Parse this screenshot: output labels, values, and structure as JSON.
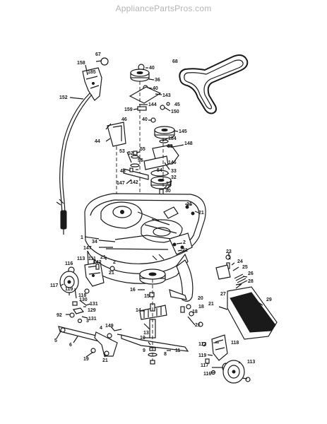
{
  "watermark": "AppliancePartsPros.com",
  "part_labels": [
    "67",
    "158",
    "185",
    "152",
    "68",
    "40",
    "36",
    "40",
    "143",
    "144",
    "159",
    "45",
    "150",
    "40",
    "46",
    "44",
    "145",
    "184",
    "59",
    "148",
    "52",
    "55",
    "55",
    "53",
    "146",
    "48",
    "54",
    "33",
    "32",
    "147",
    "142",
    "31",
    "30",
    "21",
    "21",
    "1",
    "34",
    "147",
    "21",
    "2",
    "21",
    "2",
    "21",
    "111",
    "113",
    "142",
    "116",
    "117",
    "119",
    "118",
    "131",
    "130",
    "129",
    "92",
    "131",
    "3",
    "5",
    "6",
    "149",
    "4",
    "21",
    "19",
    "16",
    "15",
    "14",
    "13",
    "10",
    "9",
    "8",
    "11",
    "20",
    "18",
    "18",
    "21",
    "23",
    "24",
    "25",
    "26",
    "28",
    "27",
    "29",
    "21",
    "2",
    "112",
    "118",
    "119",
    "117",
    "113",
    "116"
  ]
}
